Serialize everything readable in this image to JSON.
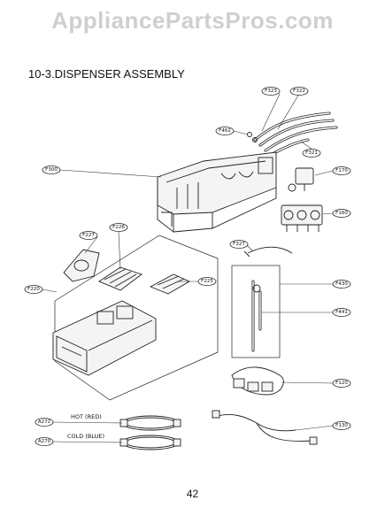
{
  "watermark": "AppliancePartsPros.com",
  "title": "10-3.DISPENSER ASSEMBLY",
  "page_number": "42",
  "callouts": {
    "F323": "F323",
    "F322": "F322",
    "F462": "F462",
    "F321": "F321",
    "F300": "F300",
    "F170": "F170",
    "F160": "F160",
    "F226": "F226",
    "F227": "F227",
    "F327": "F327",
    "F220": "F220",
    "F225": "F225",
    "F430": "F430",
    "F441": "F441",
    "F120": "F120",
    "A272": "A272",
    "A270": "A270",
    "F130": "F130"
  },
  "hose_labels": {
    "hot": "HOT (RED)",
    "cold": "COLD (BLUE)"
  }
}
